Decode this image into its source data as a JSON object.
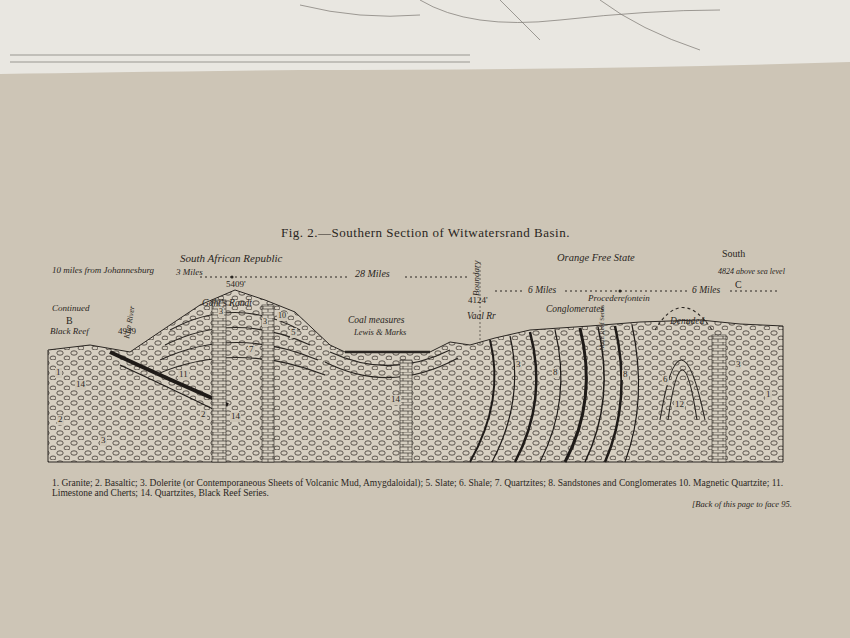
{
  "diagram": {
    "title": "Fig. 2.—Southern Section of Witwatersrand Basin.",
    "caption": "1. Granite; 2. Basaltic; 3. Dolerite (or Contemporaneous Sheets of Volcanic Mud, Amygdaloidal); 5. Slate; 6. Shale; 7. Quartzites; 8. Sandstones and Conglomerates 10. Magnetic Quartzite; 11. Limestone and Cherts; 14. Quartzites, Black Reef Series.",
    "labels": [
      "10 miles from Johannesburg",
      "South African Republic",
      "3 Miles",
      "5409'",
      "28 Miles",
      "Boundary",
      "Orange Free State",
      "South",
      "4824 above sea level",
      "C",
      "Continued",
      "B",
      "Black Reef",
      "Klip River",
      "4949",
      "Gaht's Randt",
      "Coal measures",
      "Lewis & Marks",
      "4124'",
      "Vaal Rr",
      "6 Miles",
      "Procederefontein",
      "6 Miles",
      "Conglomerates",
      "Denuded",
      "Main Reef Series",
      "1",
      "14",
      "2",
      "3",
      "11",
      "3",
      "7",
      "3",
      "10",
      "5",
      "14",
      "2",
      "14",
      "3",
      "8",
      "8",
      "6",
      "12",
      "3",
      "1",
      "[Back of this page to face 95."
    ]
  }
}
